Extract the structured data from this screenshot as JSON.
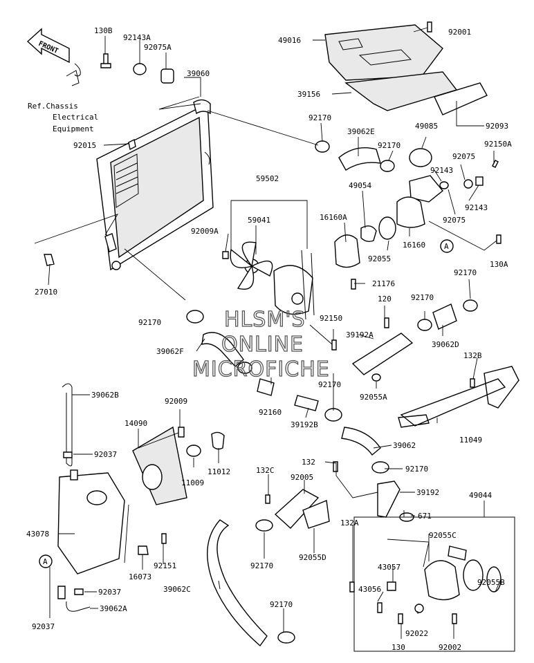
{
  "front_label": "FRONT",
  "ref_note": [
    "Ref.Chassis",
    "Electrical",
    "Equipment"
  ],
  "watermark": [
    "HLSM'S",
    "ONLINE",
    "MICROFICHE"
  ],
  "callout_letter": "A",
  "labels": {
    "p130B": "130B",
    "p92143A": "92143A",
    "p92075A": "92075A",
    "p39060": "39060",
    "p92015": "92015",
    "p27010": "27010",
    "p92001": "92001",
    "p49016": "49016",
    "p39156": "39156",
    "p92093": "92093",
    "p92170_a": "92170",
    "p39062E": "39062E",
    "p49085": "49085",
    "p92170_b": "92170",
    "p92075_a": "92075",
    "p92150A": "92150A",
    "p92143_a": "92143",
    "p92143_b": "92143",
    "p92075_b": "92075",
    "p59502": "59502",
    "p59041": "59041",
    "p92009A": "92009A",
    "p49054": "49054",
    "p16160A": "16160A",
    "p16160": "16160",
    "p92055": "92055",
    "p130A": "130A",
    "p21176": "21176",
    "p92170_c": "92170",
    "p120": "120",
    "p92170_d": "92170",
    "p92150": "92150",
    "p39062F": "39062F",
    "p39192A": "39192A",
    "p92170_e": "92170",
    "p39062D": "39062D",
    "p132B": "132B",
    "p92170_f": "92170",
    "p92055A": "92055A",
    "p92160": "92160",
    "p39192B": "39192B",
    "p39062B": "39062B",
    "p92009": "92009",
    "p14090": "14090",
    "p92037_a": "92037",
    "p11049": "11049",
    "p39062": "39062",
    "p11009": "11009",
    "p11012": "11012",
    "p132": "132",
    "p92170_g": "92170",
    "p132C": "132C",
    "p92005": "92005",
    "p39192": "39192",
    "p49044": "49044",
    "p671": "671",
    "p43078": "43078",
    "p132A": "132A",
    "p92055C": "92055C",
    "p92170_h": "92170",
    "p92055D": "92055D",
    "p16073": "16073",
    "p92151": "92151",
    "p43057": "43057",
    "p92055B": "92055B",
    "p92037_b": "92037",
    "p43056": "43056",
    "p39062C": "39062C",
    "p39062A": "39062A",
    "p92037_c": "92037",
    "p92170_i": "92170",
    "p92022": "92022",
    "p130": "130",
    "p92002": "92002"
  }
}
